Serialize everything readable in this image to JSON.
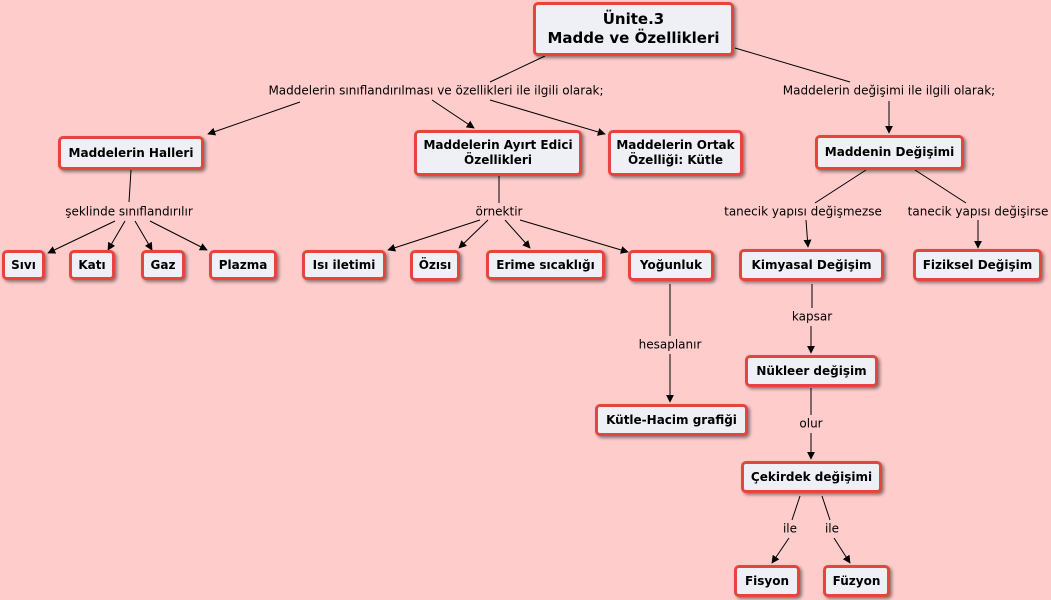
{
  "nodes": {
    "root": "Ünite.3\nMadde ve Özellikleri",
    "halleri": "Maddelerin Halleri",
    "ayirt": "Maddelerin Ayırt Edici\nÖzellikleri",
    "ortak": "Maddelerin Ortak\nÖzelliği: Kütle",
    "degisimi": "Maddenin Değişimi",
    "sivi": "Sıvı",
    "kati": "Katı",
    "gaz": "Gaz",
    "plazma": "Plazma",
    "isi": "Isı iletimi",
    "ozisi": "Özısı",
    "erime": "Erime sıcaklığı",
    "yogunluk": "Yoğunluk",
    "kimyasal": "Kimyasal Değişim",
    "fiziksel": "Fiziksel Değişim",
    "grafik": "Kütle-Hacim grafiği",
    "nukleer": "Nükleer değişim",
    "cekirdek": "Çekirdek değişimi",
    "fisyon": "Fisyon",
    "fuzyon": "Füzyon"
  },
  "labels": {
    "siniflandirilmasi": "Maddelerin sınıflandırılması ve özellikleri ile ilgili olarak;",
    "degisimi_ilgili": "Maddelerin değişimi ile ilgili olarak;",
    "seklinde": "şeklinde sınıflandırılır",
    "ornektir": "örnektir",
    "degismezse": "tanecik yapısı değişmezse",
    "degisirse": "tanecik yapısı değişirse",
    "hesaplanir": "hesaplanır",
    "kapsar": "kapsar",
    "olur": "olur",
    "ile_1": "ile",
    "ile_2": "ile"
  },
  "colors": {
    "background": "#ffcccc",
    "node_fill": "#eef0f6",
    "node_border": "#e8443f"
  }
}
